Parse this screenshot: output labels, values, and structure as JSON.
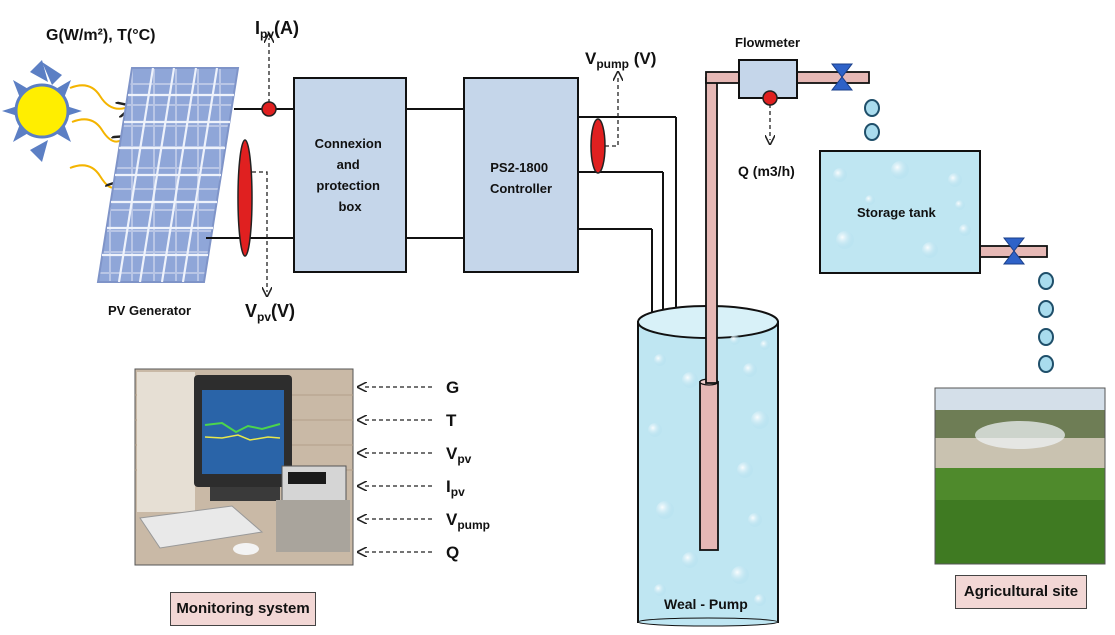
{
  "labels": {
    "irradiance_temp": "G(W/m²),  T(°C)",
    "pv_generator": "PV Generator",
    "connexion_box": [
      "Connexion",
      "and",
      "protection",
      "box"
    ],
    "controller": [
      "PS2-1800",
      "Controller"
    ],
    "flowmeter": "Flowmeter",
    "storage_tank": "Storage tank",
    "well_pump": "Weal - Pump",
    "flow_q": "Q (m3/h)",
    "monitoring_system": "Monitoring system",
    "agricultural_site": "Agricultural site"
  },
  "measurements": {
    "ipv_main": "I",
    "ipv_sub": "pv",
    "ipv_unit": "(A)",
    "vpv_main": "V",
    "vpv_sub": "pv",
    "vpv_unit": "(V)",
    "vpump_main": "V",
    "vpump_sub": "pump",
    "vpump_unit": " (V)"
  },
  "monitor_inputs": [
    {
      "main": "G",
      "sub": ""
    },
    {
      "main": "T",
      "sub": ""
    },
    {
      "main": "V",
      "sub": "pv"
    },
    {
      "main": "I",
      "sub": "pv"
    },
    {
      "main": "V",
      "sub": "pump"
    },
    {
      "main": "Q",
      "sub": ""
    }
  ],
  "colors": {
    "box_fill": "#c5d6ea",
    "pipe": "#e6b8b5",
    "sensor_red": "#e02020",
    "sun_yellow": "#ffee00",
    "sun_rays": "#5c7fc4",
    "water": "#bfe6f2",
    "drop": "#a9dcee",
    "valve": "#2e62c8",
    "caption_fill": "#f2d7d5"
  }
}
